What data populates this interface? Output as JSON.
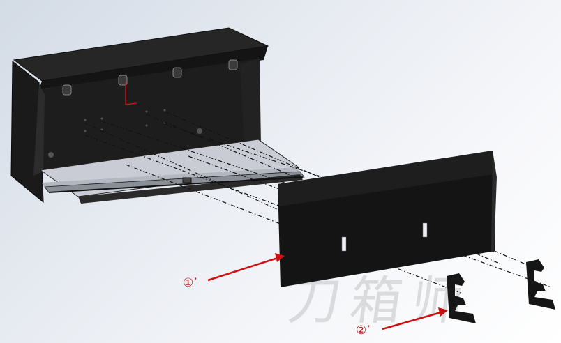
{
  "callouts": {
    "part1": "①’",
    "part2": "②’"
  },
  "watermark": "刀箱师",
  "colors": {
    "body": "#1c1c1c",
    "edge": "#3a3a3a",
    "callout": "#d01010",
    "tray": "#c9ccd4"
  }
}
